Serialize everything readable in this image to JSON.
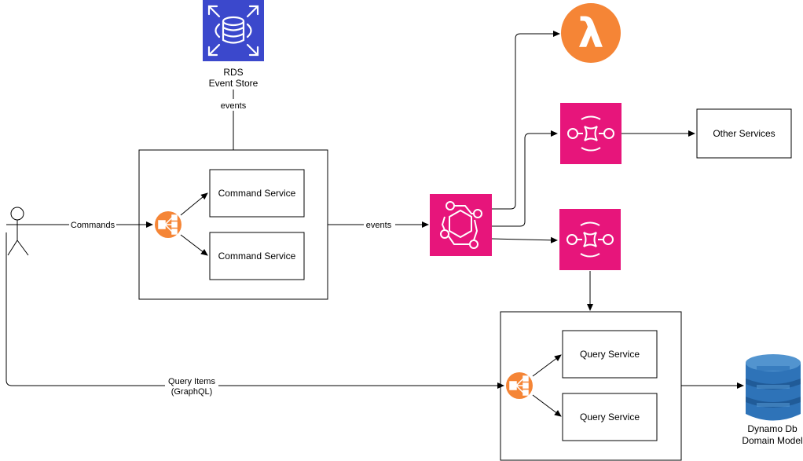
{
  "nodes": {
    "rds_label_1": "RDS",
    "rds_label_2": "Event Store",
    "command_service_1": "Command Service",
    "command_service_2": "Command Service",
    "other_services": "Other Services",
    "query_service_1": "Query Service",
    "query_service_2": "Query Service",
    "dynamo_label_1": "Dynamo Db",
    "dynamo_label_2": "Domain Model"
  },
  "edges": {
    "events_up": "events",
    "commands": "Commands",
    "events_right": "events",
    "query_items_1": "Query Items",
    "query_items_2": "(GraphQL)"
  },
  "icons": {
    "lambda_glyph": "λ",
    "rds": "rds-database-icon",
    "lambda": "lambda-icon",
    "eventbridge": "eventbridge-icon",
    "sqs": "sqs-queue-icon",
    "load_balancer": "load-balancer-icon",
    "dynamodb": "dynamodb-icon",
    "actor": "actor-icon"
  },
  "colors": {
    "rds": "#3b48cc",
    "lambda": "#f58536",
    "eventbridge": "#e7157b",
    "sqs": "#e7157b",
    "load_balancer": "#f58536",
    "dynamodb": "#2e73b8"
  }
}
